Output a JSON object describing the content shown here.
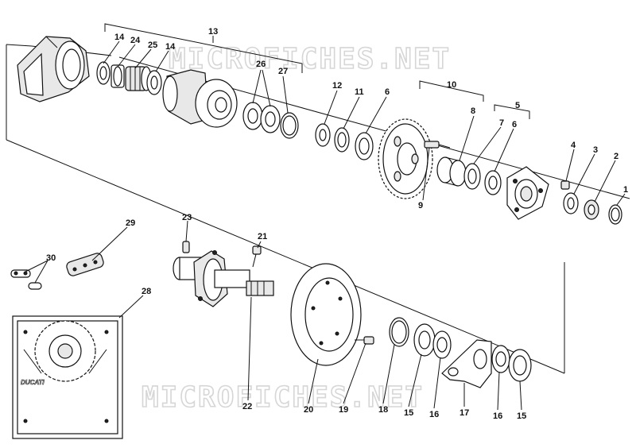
{
  "watermark": {
    "text_top": "MICROFICHES.NET",
    "text_bottom": "MICROFICHES.NET"
  },
  "decal_text": "DUCATI",
  "callouts": [
    {
      "id": "c13",
      "label": "13"
    },
    {
      "id": "c14a",
      "label": "14"
    },
    {
      "id": "c24",
      "label": "24"
    },
    {
      "id": "c25",
      "label": "25"
    },
    {
      "id": "c14b",
      "label": "14"
    },
    {
      "id": "c26",
      "label": "26"
    },
    {
      "id": "c27",
      "label": "27"
    },
    {
      "id": "c12",
      "label": "12"
    },
    {
      "id": "c11",
      "label": "11"
    },
    {
      "id": "c6a",
      "label": "6"
    },
    {
      "id": "c10",
      "label": "10"
    },
    {
      "id": "c8",
      "label": "8"
    },
    {
      "id": "c7",
      "label": "7"
    },
    {
      "id": "c6b",
      "label": "6"
    },
    {
      "id": "c5",
      "label": "5"
    },
    {
      "id": "c9",
      "label": "9"
    },
    {
      "id": "c4",
      "label": "4"
    },
    {
      "id": "c3",
      "label": "3"
    },
    {
      "id": "c2",
      "label": "2"
    },
    {
      "id": "c1",
      "label": "1"
    },
    {
      "id": "c29",
      "label": "29"
    },
    {
      "id": "c30",
      "label": "30"
    },
    {
      "id": "c23",
      "label": "23"
    },
    {
      "id": "c21",
      "label": "21"
    },
    {
      "id": "c28",
      "label": "28"
    },
    {
      "id": "c22",
      "label": "22"
    },
    {
      "id": "c20",
      "label": "20"
    },
    {
      "id": "c19",
      "label": "19"
    },
    {
      "id": "c18",
      "label": "18"
    },
    {
      "id": "c15a",
      "label": "15"
    },
    {
      "id": "c16a",
      "label": "16"
    },
    {
      "id": "c17",
      "label": "17"
    },
    {
      "id": "c16b",
      "label": "16"
    },
    {
      "id": "c15b",
      "label": "15"
    }
  ]
}
